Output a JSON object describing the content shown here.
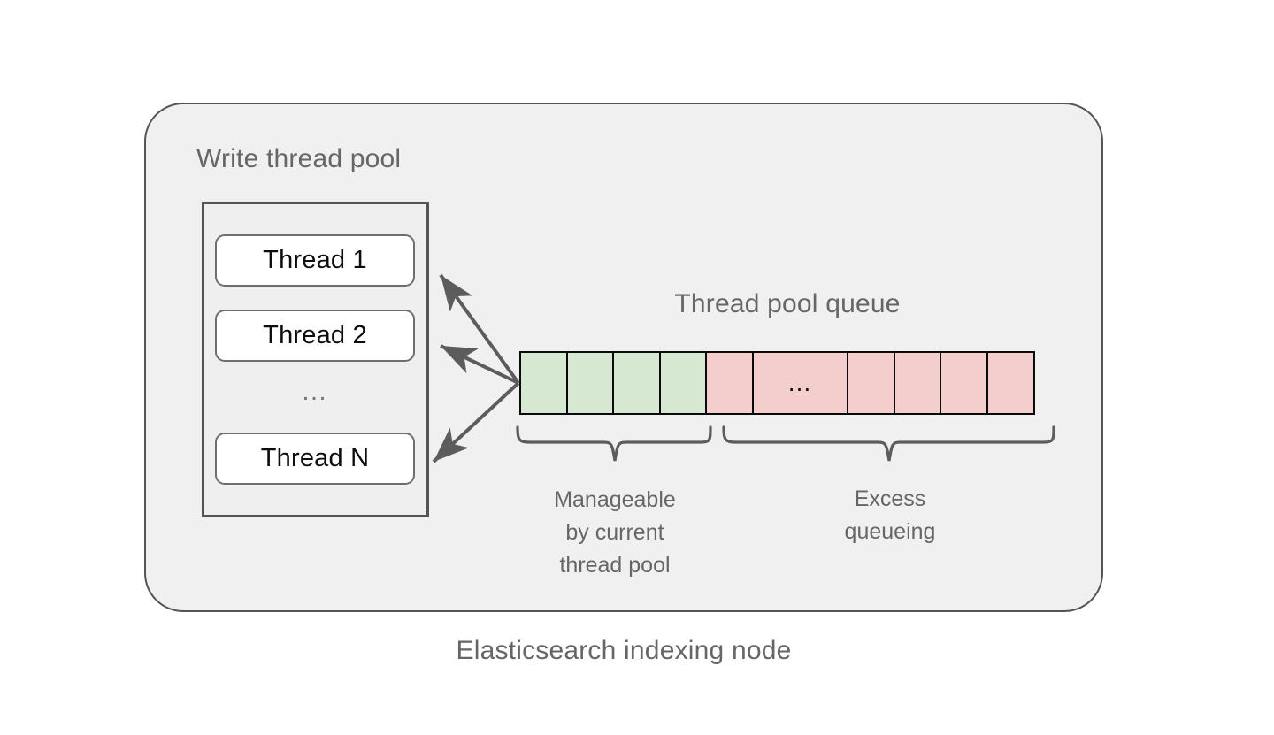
{
  "diagram": {
    "caption": "Elasticsearch indexing node",
    "node_box": {
      "title": "Write thread pool"
    },
    "thread_pool": {
      "threads": [
        {
          "label": "Thread 1"
        },
        {
          "label": "Thread 2"
        },
        {
          "label": "Thread N"
        }
      ],
      "ellipsis": "…"
    },
    "queue": {
      "title": "Thread pool queue",
      "ellipsis": "…",
      "cells": [
        {
          "state": "manageable",
          "color": "#d7e8d2",
          "wide": false,
          "label": ""
        },
        {
          "state": "manageable",
          "color": "#d7e8d2",
          "wide": false,
          "label": ""
        },
        {
          "state": "manageable",
          "color": "#d7e8d2",
          "wide": false,
          "label": ""
        },
        {
          "state": "manageable",
          "color": "#d7e8d2",
          "wide": false,
          "label": ""
        },
        {
          "state": "excess",
          "color": "#f4cdcd",
          "wide": false,
          "label": ""
        },
        {
          "state": "excess",
          "color": "#f4cdcd",
          "wide": true,
          "label": "…"
        },
        {
          "state": "excess",
          "color": "#f4cdcd",
          "wide": false,
          "label": ""
        },
        {
          "state": "excess",
          "color": "#f4cdcd",
          "wide": false,
          "label": ""
        },
        {
          "state": "excess",
          "color": "#f4cdcd",
          "wide": false,
          "label": ""
        },
        {
          "state": "excess",
          "color": "#f4cdcd",
          "wide": false,
          "label": ""
        }
      ],
      "counts": {
        "manageable_cells": 4,
        "excess_cells": 6
      }
    },
    "brackets": [
      {
        "key": "manageable",
        "label": "Manageable\nby current\nthread pool",
        "lines": [
          "Manageable",
          "by current",
          "thread pool"
        ]
      },
      {
        "key": "excess",
        "label": "Excess\nqueueing",
        "lines": [
          "Excess",
          "queueing"
        ]
      }
    ],
    "arrows": {
      "count": 3,
      "description": "queue-to-thread arrows"
    },
    "colors": {
      "manageable_fill": "#d7e8d2",
      "excess_fill": "#f4cdcd",
      "node_fill": "#f0f0f0",
      "border": "#545454",
      "text_muted": "#666666",
      "cell_border": "#0a0a0a"
    }
  }
}
